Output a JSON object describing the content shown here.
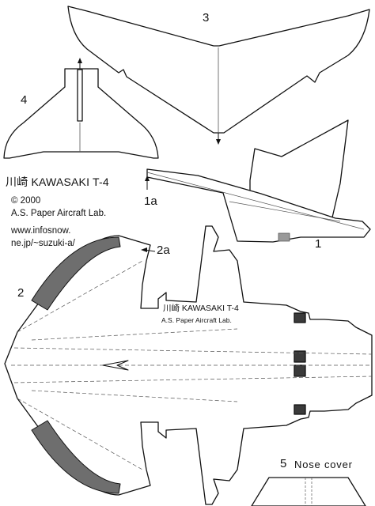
{
  "labels": {
    "part_3": "3",
    "part_4": "4",
    "part_1a": "1a",
    "part_1": "1",
    "part_2": "2",
    "part_2a": "2a",
    "part_5": "5",
    "nose_cover": "Nose cover"
  },
  "header": {
    "title": "川崎 KAWASAKI T-4",
    "copyright": "© 2000",
    "lab": "A.S. Paper Aircraft Lab.",
    "url_1": "www.infosnow.",
    "url_2": "ne.jp/~suzuki-a/"
  },
  "plane_print": {
    "title": "川崎 KAWASAKI T-4",
    "lab": "A.S. Paper Aircraft Lab."
  },
  "colors": {
    "line": "#111111",
    "panel": "#6e6e6e",
    "light_panel": "#9a9a9a",
    "guide": "#555555"
  }
}
